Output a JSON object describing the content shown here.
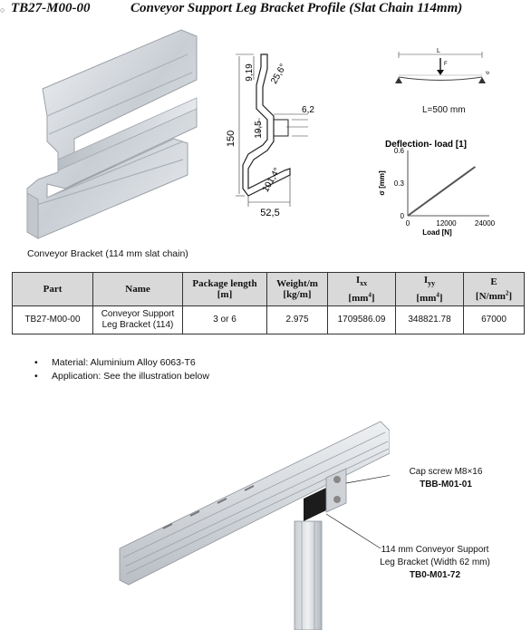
{
  "header": {
    "code": "TB27-M00-00",
    "title": "Conveyor Support Leg Bracket Profile (Slat Chain 114mm)"
  },
  "render_caption": "Conveyor Bracket (114 mm slat chain)",
  "drawing": {
    "dim_919": "9,19",
    "dim_256": "25,6°",
    "dim_62": "6,2",
    "dim_195": "19,5",
    "dim_150": "150",
    "dim_1014": "101,4°",
    "dim_525": "52,5"
  },
  "beam": {
    "label_L": "L",
    "label_F": "F",
    "label_sigma": "σ",
    "length_text": "L=500 mm"
  },
  "chart_data": {
    "type": "line",
    "title": "Deflection- load [1]",
    "xlabel": "Load [N]",
    "ylabel": "σ [mm]",
    "x_ticks": [
      "0",
      "12000",
      "24000"
    ],
    "y_ticks": [
      "0",
      "0.3",
      "0.6"
    ],
    "xlim": [
      0,
      24000
    ],
    "ylim": [
      0,
      0.6
    ],
    "series": [
      {
        "x": [
          0,
          21000
        ],
        "y": [
          0,
          0.45
        ]
      }
    ],
    "line_color": "#555555"
  },
  "table": {
    "headers": [
      "Part",
      "Name",
      "Package length [m]",
      "Weight/m [kg/m]",
      "Ixx [mm4]",
      "Iyy [mm4]",
      "E [N/mm2]"
    ],
    "row": [
      "TB27-M00-00",
      "Conveyor Support Leg Bracket (114)",
      "3 or 6",
      "2.975",
      "1709586.09",
      "348821.78",
      "67000"
    ]
  },
  "bullets": [
    "Material: Aluminium Alloy 6063-T6",
    "Application: See the illustration below"
  ],
  "callouts": {
    "cap_screw_label": "Cap screw M8×16",
    "cap_screw_code": "TBB-M01-01",
    "bracket_label_1": "114 mm Conveyor Support",
    "bracket_label_2": "Leg Bracket (Width 62 mm)",
    "bracket_code": "TB0-M01-72"
  }
}
